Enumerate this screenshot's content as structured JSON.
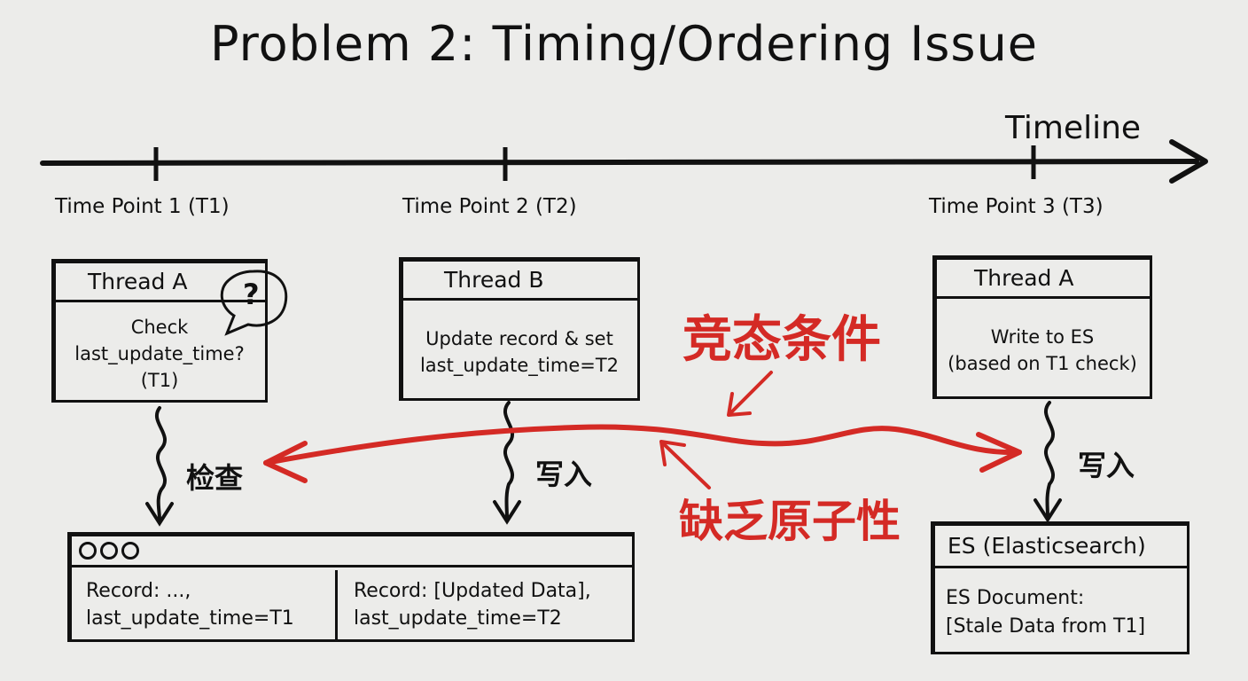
{
  "title": "Problem 2: Timing/Ordering Issue",
  "timeline": {
    "axis_label": "Timeline",
    "points": [
      {
        "label": "Time Point 1 (T1)"
      },
      {
        "label": "Time Point 2 (T2)"
      },
      {
        "label": "Time Point 3 (T3)"
      }
    ]
  },
  "threads": [
    {
      "header": "Thread A",
      "lines": [
        "Check",
        "last_update_time?",
        "(T1)"
      ],
      "badge": "?"
    },
    {
      "header": "Thread B",
      "lines": [
        "Update record & set",
        "last_update_time=T2"
      ]
    },
    {
      "header": "Thread A",
      "lines": [
        "Write to ES",
        "(based on T1 check)"
      ]
    }
  ],
  "flow_labels": {
    "check": "检查",
    "write_b": "写入",
    "write_a": "写入"
  },
  "annotations": {
    "race_condition": "竞态条件",
    "lack_atomicity": "缺乏原子性"
  },
  "database": {
    "cells": [
      {
        "lines": [
          "Record: ...,",
          "last_update_time=T1"
        ]
      },
      {
        "lines": [
          "Record: [Updated Data],",
          "last_update_time=T2"
        ]
      }
    ]
  },
  "es": {
    "header": "ES (Elasticsearch)",
    "lines": [
      "ES Document:",
      "[Stale Data from T1]"
    ]
  },
  "colors": {
    "ink": "#111111",
    "accent_red": "#d42a25",
    "background": "#ececea"
  }
}
